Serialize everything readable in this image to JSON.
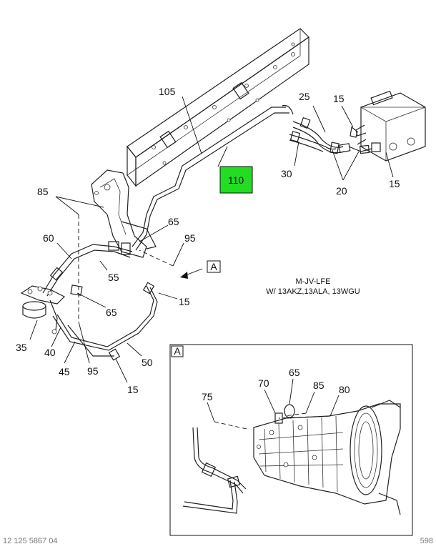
{
  "callouts": {
    "c105": "105",
    "c25": "25",
    "c15a": "15",
    "c110": "110",
    "c30": "30",
    "c20": "20",
    "c15b": "15",
    "c85": "85",
    "c65a": "65",
    "c60": "60",
    "c95a": "95",
    "c55": "55",
    "c65b": "65",
    "c15c": "15",
    "c35": "35",
    "c40": "40",
    "c45": "45",
    "c95b": "95",
    "c50": "50",
    "c15d": "15",
    "c70": "70",
    "c65c": "65",
    "c85b": "85",
    "c80": "80",
    "c75": "75"
  },
  "view_marker": "A",
  "inset_label": "A",
  "notes": {
    "model_line1": "M-JV-LFE",
    "model_line2": "W/ 13AKZ,13ALA, 13WGU"
  },
  "footer": {
    "left": "12 125 5867 04",
    "right": "598"
  },
  "colors": {
    "highlight": "#22dd22",
    "line": "#222222"
  }
}
